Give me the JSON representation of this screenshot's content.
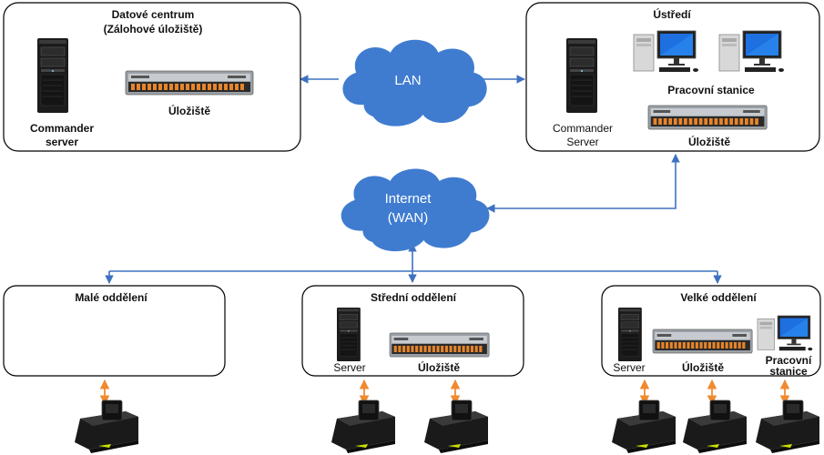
{
  "datacenter": {
    "title_line1": "Datové centrum",
    "title_line2": "(Zálohové úložiště)",
    "server_line1": "Commander",
    "server_line2": "server",
    "storage": "Úložiště"
  },
  "hq": {
    "title": "Ústředí",
    "workstations": "Pracovní stanice",
    "server_line1": "Commander",
    "server_line2": "Server",
    "storage": "Úložiště"
  },
  "lan": {
    "label": "LAN"
  },
  "wan": {
    "line1": "Internet",
    "line2": "(WAN)"
  },
  "small_dept": {
    "title": "Malé oddělení"
  },
  "medium_dept": {
    "title": "Střední oddělení",
    "server": "Server",
    "storage": "Úložiště"
  },
  "large_dept": {
    "title": "Velké oddělení",
    "server": "Server",
    "storage": "Úložiště",
    "ws_line1": "Pracovní",
    "ws_line2": "stanice"
  },
  "colors": {
    "network_line": "#3e72c0",
    "dock_link": "#f08a30",
    "cloud": "#3f7cd0",
    "storage_accent": "#e8852a"
  }
}
